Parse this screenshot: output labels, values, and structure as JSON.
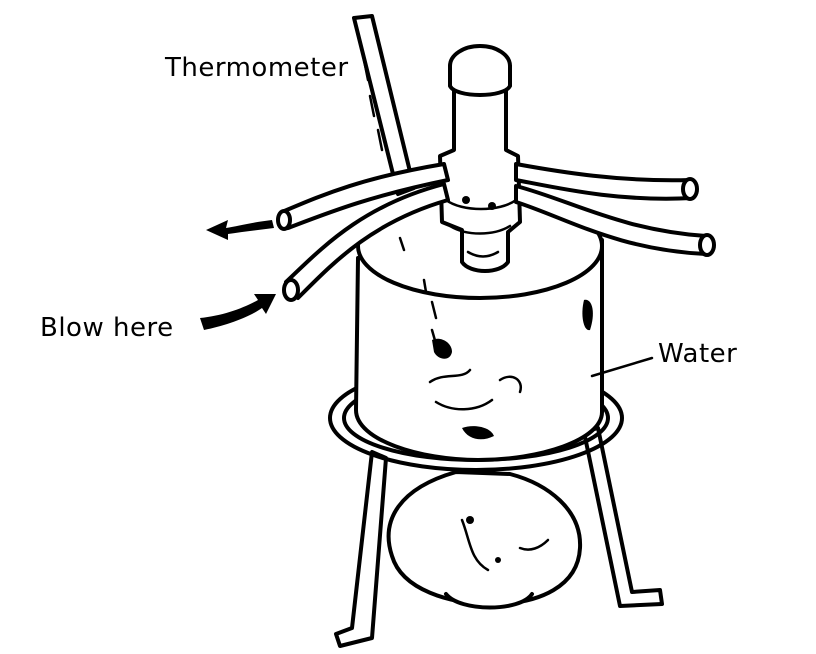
{
  "labels": {
    "thermometer": "Thermometer",
    "blow_here": "Blow here",
    "water": "Water"
  },
  "colors": {
    "ink": "#000000",
    "background": "#ffffff"
  }
}
